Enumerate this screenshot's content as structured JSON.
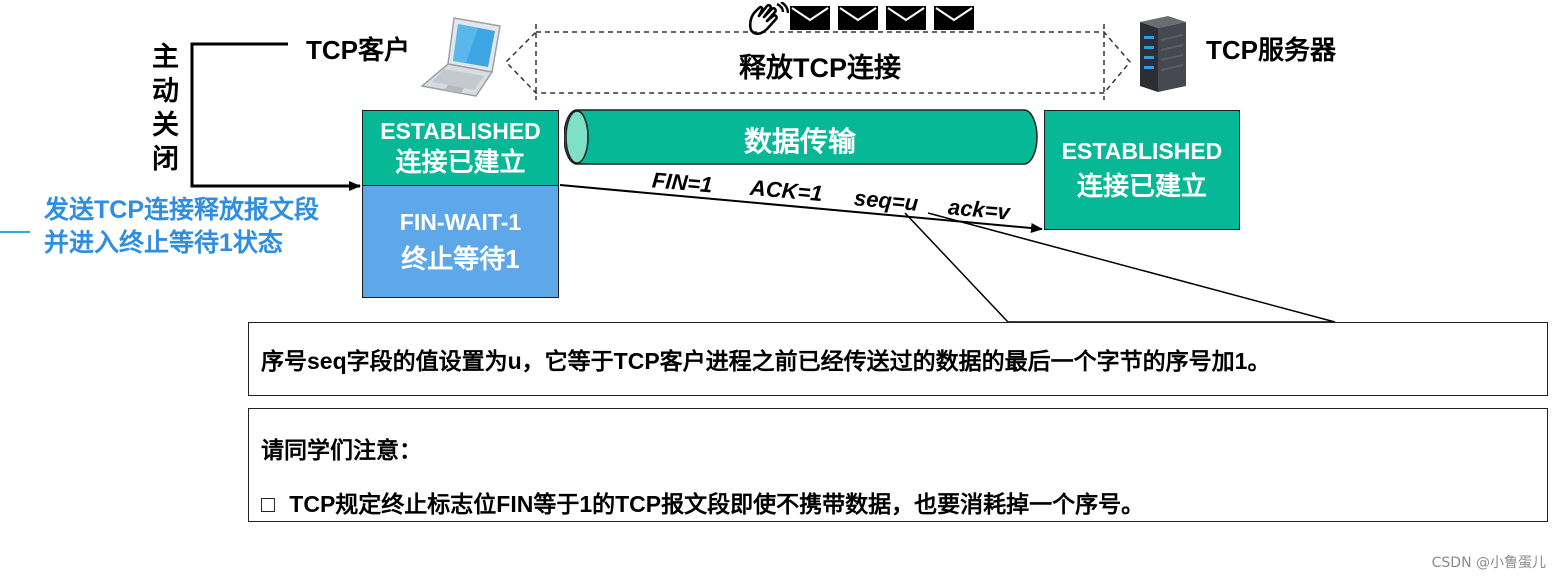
{
  "client": {
    "label": "TCP客户",
    "active_close": [
      "主",
      "动",
      "关",
      "闭"
    ],
    "annotation": [
      "发送TCP连接释放报文段",
      "并进入终止等待1状态"
    ],
    "state_top": {
      "line1": "ESTABLISHED",
      "line2": "连接已建立"
    },
    "state_bottom": {
      "line1": "FIN-WAIT-1",
      "line2": "终止等待1"
    }
  },
  "server": {
    "label": "TCP服务器",
    "state": {
      "line1": "ESTABLISHED",
      "line2": "连接已建立"
    }
  },
  "release_label": "释放TCP连接",
  "pipe_label": "数据传输",
  "segment_fields": [
    "FIN=1",
    "ACK=1",
    "seq=u",
    "ack=v"
  ],
  "note1": "序号seq字段的值设置为u，它等于TCP客户进程之前已经传送过的数据的最后一个字节的序号加1。",
  "note2": {
    "heading": "请同学们注意：",
    "bullet_marker": "□",
    "bullet": "TCP规定终止标志位FIN等于1的TCP报文段即使不携带数据，也要消耗掉一个序号。"
  },
  "watermark": "CSDN @小鲁蛋儿",
  "colors": {
    "green": "#07b896",
    "blue": "#5ea8ea",
    "annotation": "#2f8ee0"
  },
  "icons": [
    "laptop-icon",
    "server-icon",
    "waving-hand-icon",
    "envelope-icon"
  ]
}
